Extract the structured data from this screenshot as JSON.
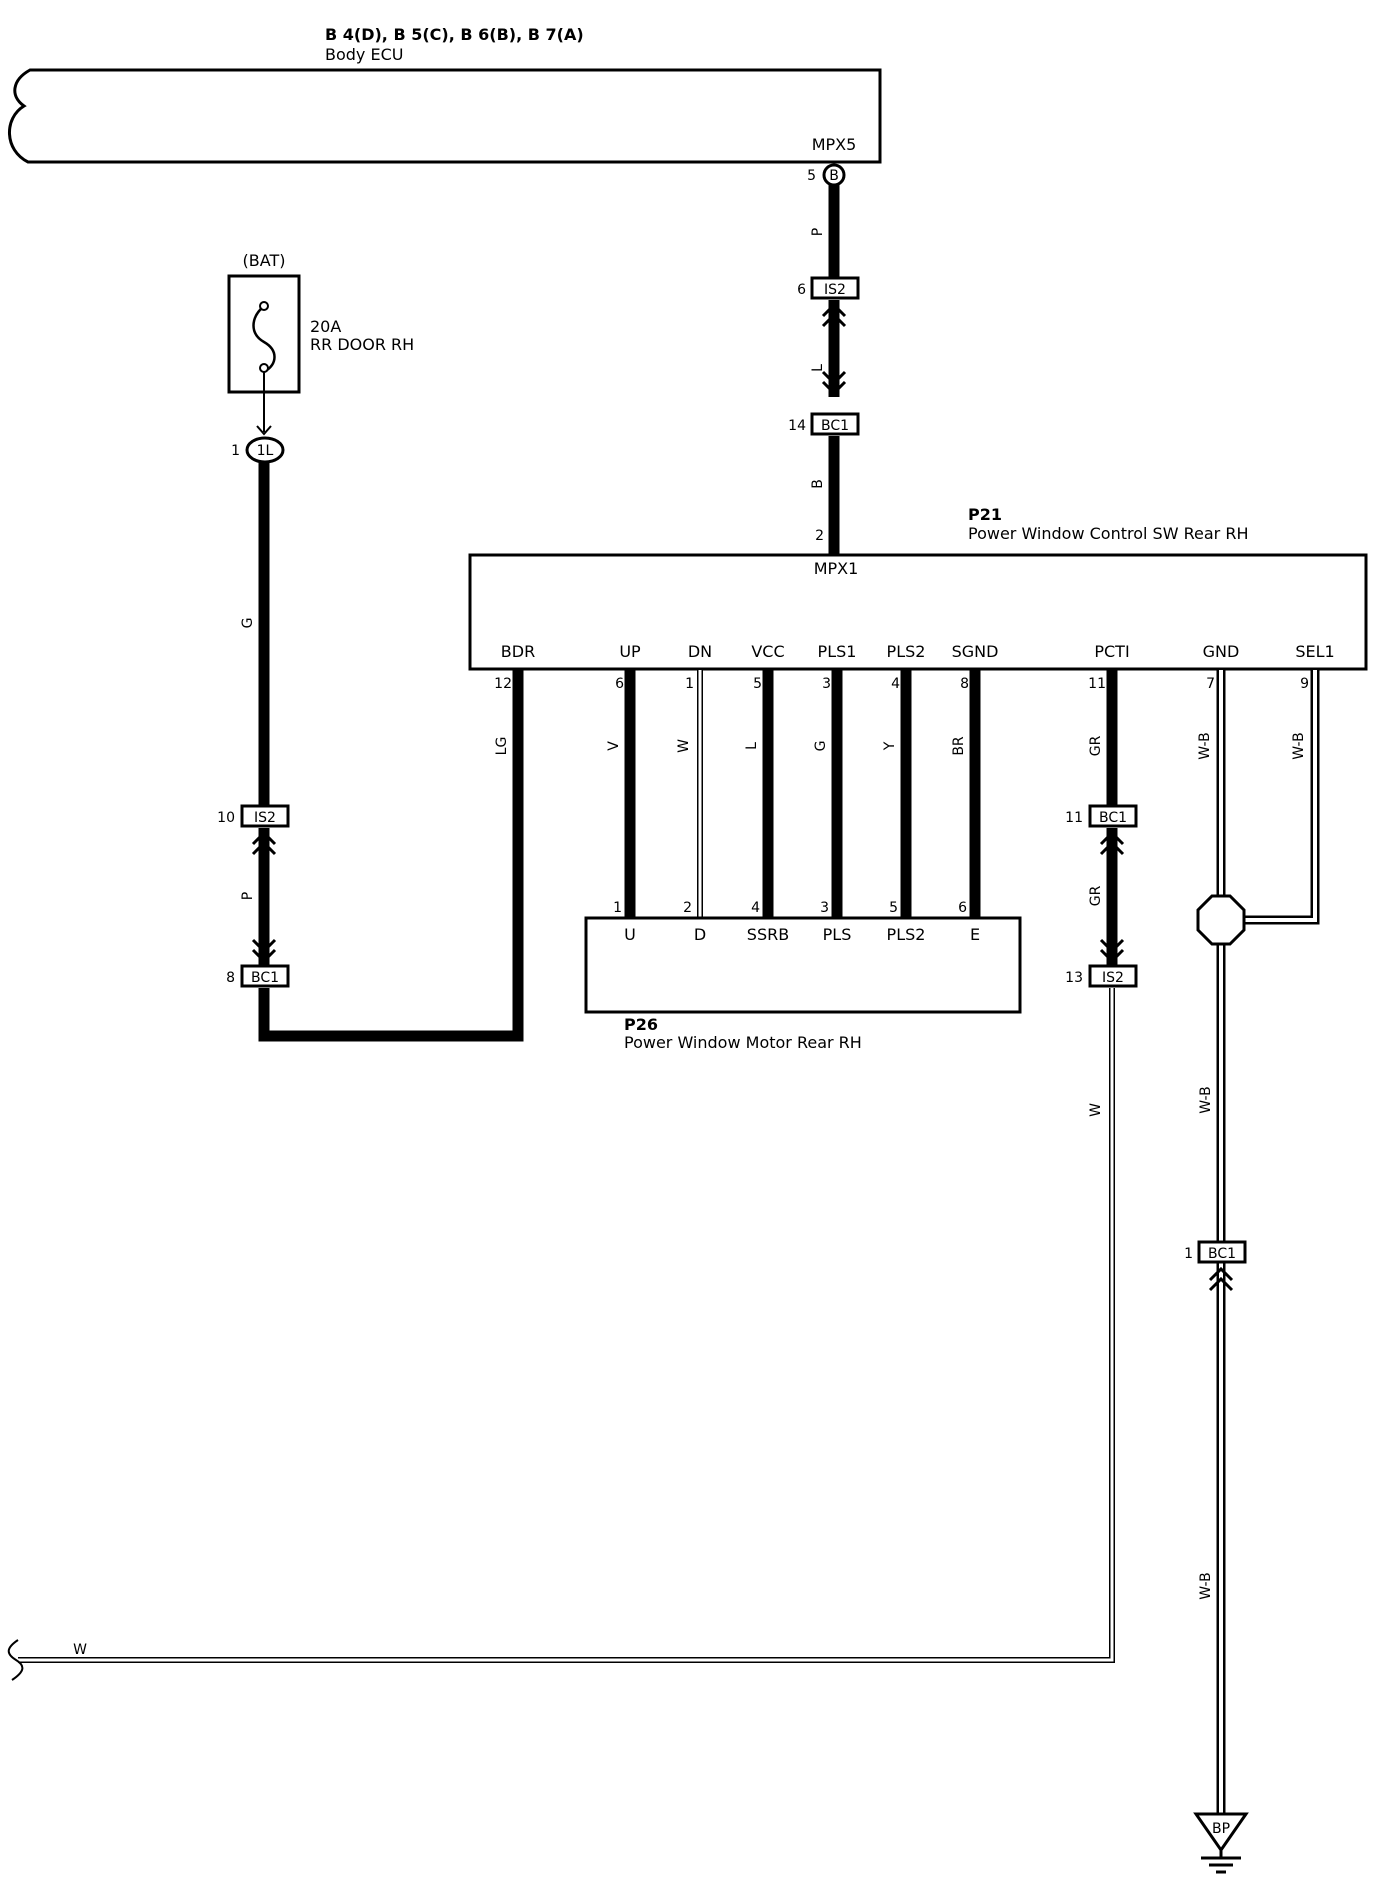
{
  "body_ecu": {
    "connectors": "B 4(D), B 5(C), B 6(B), B 7(A)",
    "name": "Body ECU",
    "terminal": "MPX5",
    "pin": "5",
    "pin_badge": "B"
  },
  "fuse": {
    "source": "(BAT)",
    "rating": "20A",
    "name": "RR DOOR RH",
    "pin": "1",
    "badge": "1L"
  },
  "switch": {
    "code": "P21",
    "name": "Power Window Control SW Rear RH",
    "mpx_label": "MPX1",
    "mpx_pin": "2",
    "terminals": [
      {
        "label": "BDR",
        "pin": "12",
        "wire": "LG"
      },
      {
        "label": "UP",
        "pin": "6",
        "wire": "V"
      },
      {
        "label": "DN",
        "pin": "1",
        "wire": "W"
      },
      {
        "label": "VCC",
        "pin": "5",
        "wire": "L"
      },
      {
        "label": "PLS1",
        "pin": "3",
        "wire": "G"
      },
      {
        "label": "PLS2",
        "pin": "4",
        "wire": "Y"
      },
      {
        "label": "SGND",
        "pin": "8",
        "wire": "BR"
      },
      {
        "label": "PCTI",
        "pin": "11",
        "wire": "GR"
      },
      {
        "label": "GND",
        "pin": "7",
        "wire": "W-B"
      },
      {
        "label": "SEL1",
        "pin": "9",
        "wire": "W-B"
      }
    ]
  },
  "motor": {
    "code": "P26",
    "name": "Power Window Motor Rear RH",
    "terminals": [
      {
        "label": "U",
        "pin": "1"
      },
      {
        "label": "D",
        "pin": "2"
      },
      {
        "label": "SSRB",
        "pin": "4"
      },
      {
        "label": "PLS",
        "pin": "3"
      },
      {
        "label": "PLS2",
        "pin": "5"
      },
      {
        "label": "E",
        "pin": "6"
      }
    ]
  },
  "wires": {
    "ecu_to_is2": "P",
    "is2_to_bc1": "L",
    "bc1_to_sw": "B",
    "fuse_wire": "G",
    "left_is2_bc1": "P",
    "pcti_lower": "GR",
    "w_vertical": "W",
    "w_horizontal": "W",
    "gnd_mid": "W-B",
    "gnd_low": "W-B"
  },
  "connectors": {
    "top_is2": {
      "name": "IS2",
      "pin": "6"
    },
    "top_bc1": {
      "name": "BC1",
      "pin": "14"
    },
    "left_is2": {
      "name": "IS2",
      "pin": "10"
    },
    "left_bc1": {
      "name": "BC1",
      "pin": "8"
    },
    "pcti_bc1": {
      "name": "BC1",
      "pin": "11"
    },
    "pcti_is2": {
      "name": "IS2",
      "pin": "13"
    },
    "gnd_bc1": {
      "name": "BC1",
      "pin": "1"
    }
  },
  "ground": {
    "label": "BP"
  }
}
